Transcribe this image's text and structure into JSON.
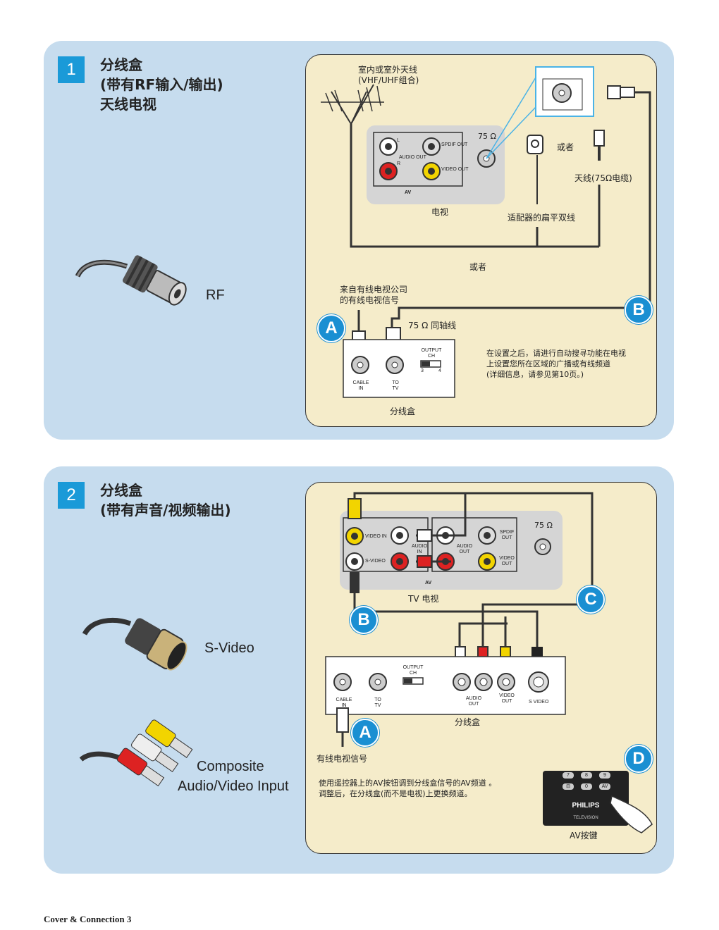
{
  "section1": {
    "number": "1",
    "title_lines": [
      "分线盒",
      "(带有RF输入/输出)",
      "天线电视"
    ],
    "connector_label": "RF",
    "antenna_label": "室内或室外天线",
    "antenna_sub": "(VHF/UHF组合)",
    "tv_label": "电视",
    "or_label_1": "或者",
    "antenna_cable_label": "天线(75Ω电缆)",
    "flat_twin_label": "适配器的扁平双线",
    "or_label_2": "或者",
    "cable_signal_line1": "来自有线电视公司",
    "cable_signal_line2": "的有线电视信号",
    "coax_label": "75 Ω 同轴线",
    "note_lines": [
      "在设置之后，请进行自动搜寻功能在电视",
      "上设置您所在区域的广播或有线频道",
      "(详细信息，请参见第10页。)"
    ],
    "box_label": "分线盒",
    "badge_a": "A",
    "badge_b": "B",
    "panel": {
      "audio_out": "AUDIO OUT",
      "spdif_out": "SPDIF OUT",
      "video_out": "VIDEO OUT",
      "av": "AV",
      "l": "L",
      "r": "R",
      "ohm": "75 Ω",
      "cable_in": "CABLE IN",
      "to_tv": "TO TV",
      "output_ch": "OUTPUT CH",
      "ch3": "3",
      "ch4": "4"
    }
  },
  "section2": {
    "number": "2",
    "title_lines": [
      "分线盒",
      "(带有声音/视频输出)"
    ],
    "svideo_label": "S-Video",
    "composite_line1": "Composite",
    "composite_line2": "Audio/Video Input",
    "tv_label": "TV  电视",
    "box_label": "分线盒",
    "cable_signal": "有线电视信号",
    "note_lines": [
      "使用遥控器上的AV按钮调到分线盒信号的AV频道 。",
      "调整后，在分线盒(而不是电视)上更换频道。"
    ],
    "av_button_label": "AV按键",
    "badge_a": "A",
    "badge_b": "B",
    "badge_c": "C",
    "badge_d": "D",
    "remote_brand": "PHILIPS",
    "remote_sub": "TELEVISION",
    "remote_keys": [
      "7",
      "8",
      "9",
      "⊟",
      "0",
      "AV"
    ],
    "panel": {
      "video_in": "VIDEO IN",
      "s_video": "S-VIDEO",
      "audio_in": "AUDIO IN",
      "audio_out": "AUDIO OUT",
      "spdif_out": "SPDIF OUT",
      "video_out": "VIDEO OUT",
      "av": "AV",
      "ohm": "75 Ω",
      "cable_in": "CABLE IN",
      "to_tv": "TO TV",
      "output_ch": "OUTPUT CH",
      "box_audio_out": "AUDIO OUT",
      "box_video_out": "VIDEO OUT",
      "box_svideo": "S VIDEO"
    }
  },
  "footer": "Cover & Connection 3"
}
